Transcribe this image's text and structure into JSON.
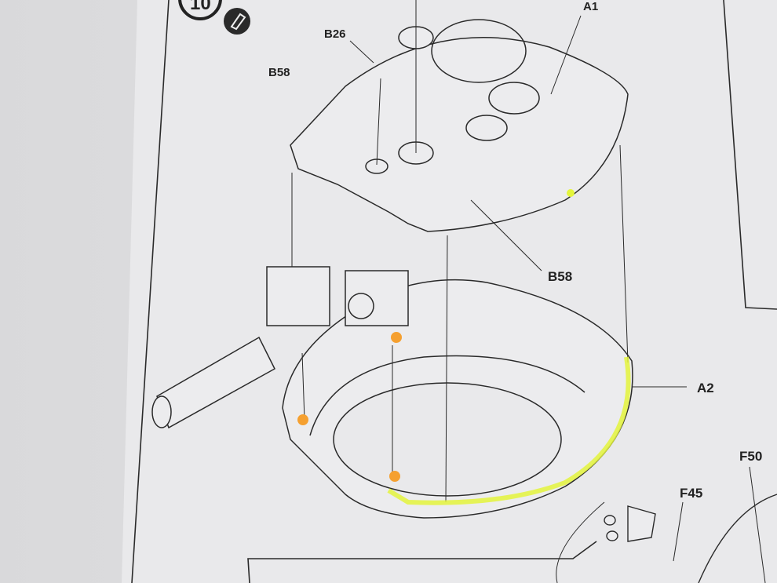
{
  "step": {
    "number": "10",
    "tool_icon": "glue-icon"
  },
  "parts": {
    "a1": "A1",
    "a2": "A2",
    "b26": "B26",
    "b58_top": "B58",
    "b58_bottom": "B58",
    "f45": "F45",
    "f50": "F50"
  },
  "colors": {
    "highlight_yellow": "#e4f53c",
    "highlight_orange": "#f5a030",
    "ink": "#2a2a2a",
    "paper": "#e8e8ea"
  }
}
